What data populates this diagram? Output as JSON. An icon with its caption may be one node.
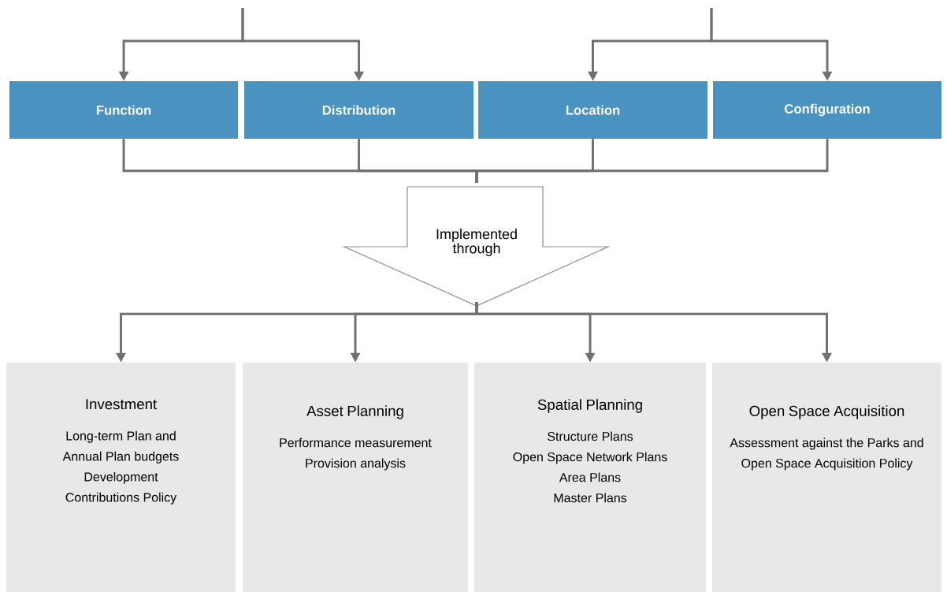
{
  "diagram": {
    "nodes": [
      {
        "text": [
          "Function"
        ]
      },
      {
        "text": [
          "Distribution"
        ]
      },
      {
        "text": [
          "Location"
        ]
      },
      {
        "text": [
          "Configuration"
        ]
      },
      {
        "text": [
          "Implemented through"
        ]
      },
      {
        "text": [
          "Investment",
          "Long-term Plan and Annual Plan budgets",
          "Development Contributions Policy"
        ]
      },
      {
        "text": [
          "Asset Planning",
          "Performance measurement",
          "Provision analysis"
        ]
      },
      {
        "text": [
          "Spatial Planning",
          "Structure Plans",
          "Open Space Network Plans",
          "Area Plans",
          "Master Plans"
        ]
      },
      {
        "text": [
          "Open Space Acquisition",
          "Assessment against the Parks and Open Space Acquisition Policy"
        ]
      }
    ],
    "edges": [
      {
        "from": null,
        "to": 0,
        "arrow": "to"
      },
      {
        "from": null,
        "to": 1,
        "arrow": "to"
      },
      {
        "from": null,
        "to": 2,
        "arrow": "to"
      },
      {
        "from": null,
        "to": 3,
        "arrow": "to"
      },
      {
        "from": 0,
        "to": 4,
        "arrow": "none"
      },
      {
        "from": 1,
        "to": 4,
        "arrow": "none"
      },
      {
        "from": 2,
        "to": 4,
        "arrow": "none"
      },
      {
        "from": 3,
        "to": 4,
        "arrow": "none"
      },
      {
        "from": 4,
        "to": 5,
        "arrow": "to"
      },
      {
        "from": 4,
        "to": 6,
        "arrow": "to"
      },
      {
        "from": 4,
        "to": 7,
        "arrow": "to"
      },
      {
        "from": 4,
        "to": 8,
        "arrow": "to"
      }
    ]
  }
}
